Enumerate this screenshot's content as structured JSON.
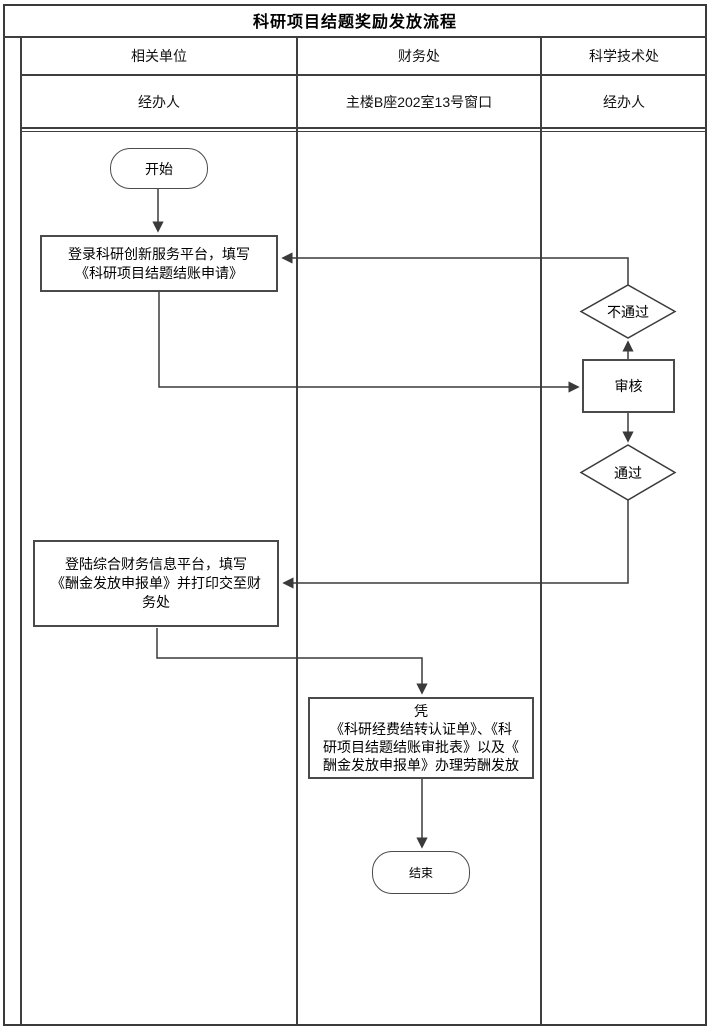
{
  "title": "科研项目结题奖励发放流程",
  "colors": {
    "ink": "#3a3a3a",
    "background": "#ffffff"
  },
  "lanes": [
    {
      "department": "相关单位",
      "handler": "经办人"
    },
    {
      "department": "财务处",
      "handler": "主楼B座202室13号窗口"
    },
    {
      "department": "科学技术处",
      "handler": "经办人"
    }
  ],
  "nodes": {
    "start": {
      "label": "开始",
      "lane": "相关单位",
      "shape": "stadium"
    },
    "fill_application": {
      "lane": "相关单位",
      "shape": "rect",
      "text": "登录科研创新服务平台，填写《科研项目结题结账申请》",
      "lines": [
        "登录科研创新服务平台，填写",
        "《科研项目结题结账申请》"
      ]
    },
    "review": {
      "label": "审核",
      "lane": "科学技术处",
      "shape": "rect"
    },
    "decision_rejected": {
      "label": "不通过",
      "lane": "科学技术处",
      "shape": "diamond"
    },
    "decision_approved": {
      "label": "通过",
      "lane": "科学技术处",
      "shape": "diamond"
    },
    "fill_payment_form": {
      "lane": "相关单位",
      "shape": "rect",
      "text": "登陆综合财务信息平台，填写《酬金发放申报单》并打印交至财务处",
      "lines": [
        "登陆综合财务信息平台，填写",
        "《酬金发放申报单》并打印交至财",
        "务处"
      ]
    },
    "process_payment": {
      "lane": "财务处",
      "shape": "rect",
      "text": "凭《科研经费结转认证单》、《科研项目结题结账审批表》以及《酬金发放申报单》办理劳酬发放",
      "lines": [
        "凭",
        "《科研经费结转认证单》、《科",
        "研项目结题结账审批表》以及《",
        "酬金发放申报单》办理劳酬发放"
      ]
    },
    "end": {
      "label": "结束",
      "lane": "财务处",
      "shape": "stadium"
    }
  },
  "edges": [
    {
      "from": "start",
      "to": "fill_application"
    },
    {
      "from": "fill_application",
      "to": "review"
    },
    {
      "from": "review",
      "to": "decision_rejected"
    },
    {
      "from": "decision_rejected",
      "to": "fill_application"
    },
    {
      "from": "review",
      "to": "decision_approved"
    },
    {
      "from": "decision_approved",
      "to": "fill_payment_form"
    },
    {
      "from": "fill_payment_form",
      "to": "process_payment"
    },
    {
      "from": "process_payment",
      "to": "end"
    }
  ]
}
